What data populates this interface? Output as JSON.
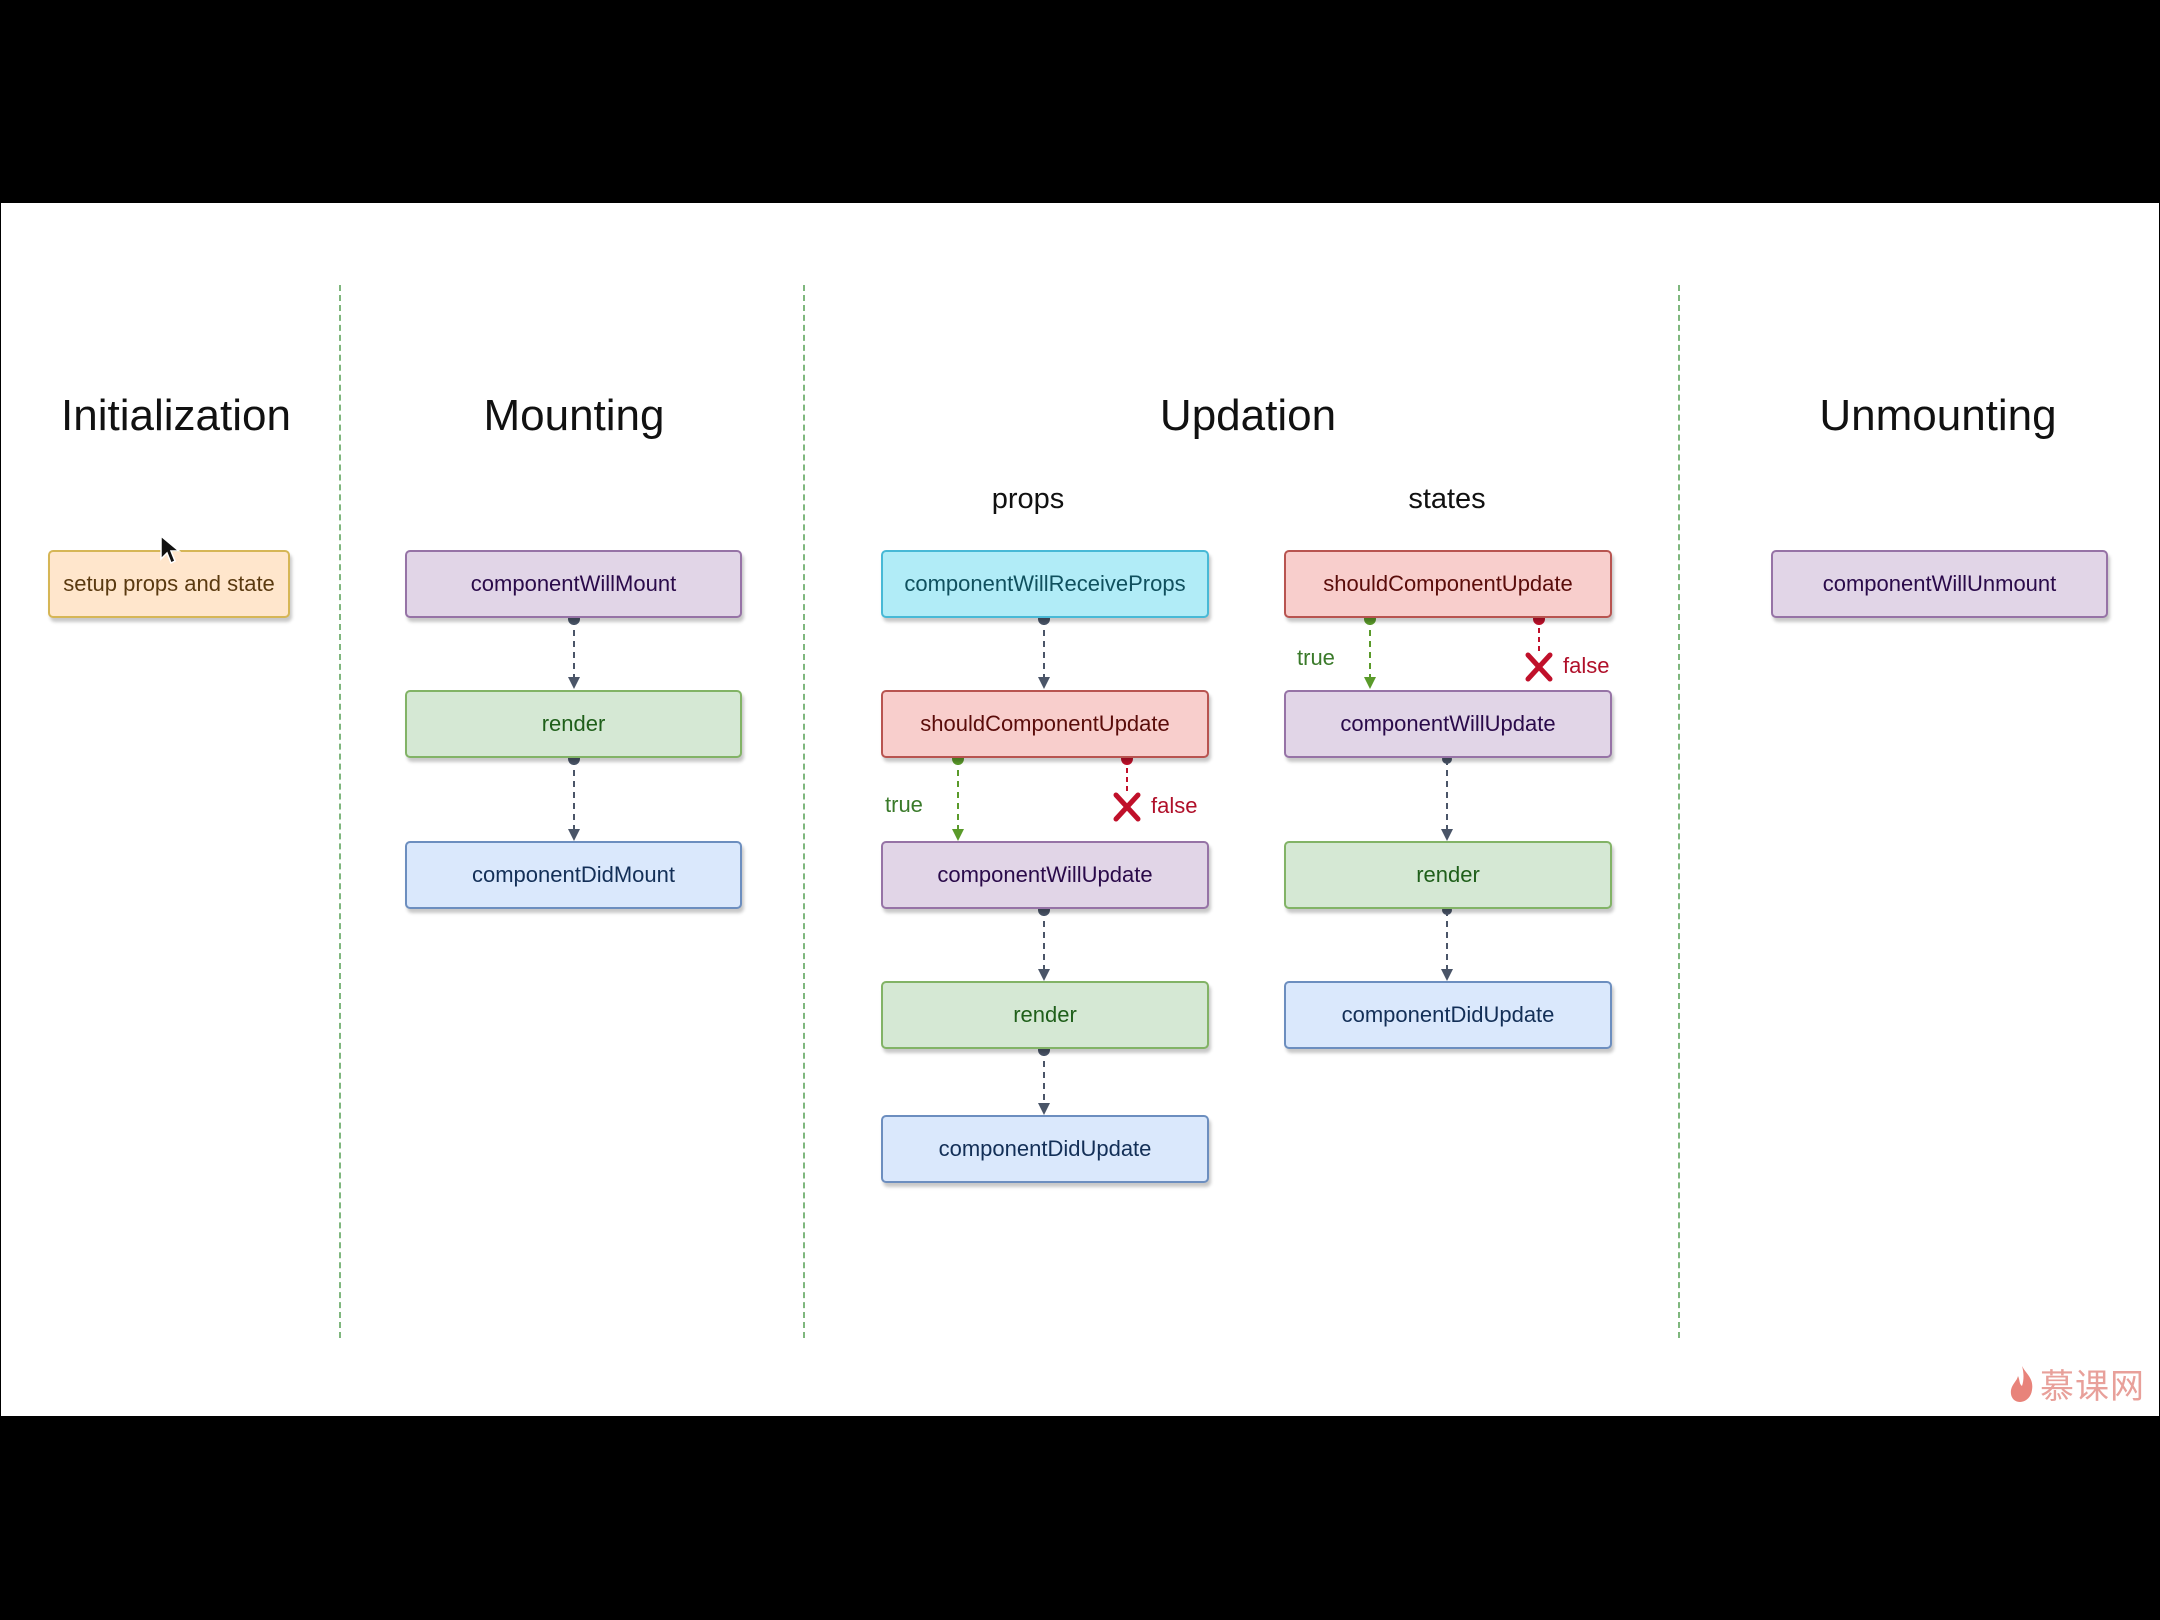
{
  "phases": {
    "initialization": "Initialization",
    "mounting": "Mounting",
    "updation": "Updation",
    "unmounting": "Unmounting"
  },
  "updation_columns": {
    "props": "props",
    "states": "states"
  },
  "initialization": {
    "setup": "setup props and state"
  },
  "mounting": {
    "will_mount": "componentWillMount",
    "render": "render",
    "did_mount": "componentDidMount"
  },
  "props_flow": {
    "will_receive_props": "componentWillReceiveProps",
    "should_update": "shouldComponentUpdate",
    "true_label": "true",
    "false_label": "false",
    "will_update": "componentWillUpdate",
    "render": "render",
    "did_update": "componentDidUpdate"
  },
  "states_flow": {
    "should_update": "shouldComponentUpdate",
    "true_label": "true",
    "false_label": "false",
    "will_update": "componentWillUpdate",
    "render": "render",
    "did_update": "componentDidUpdate"
  },
  "unmounting": {
    "will_unmount": "componentWillUnmount"
  },
  "watermark": {
    "text": "慕课网"
  },
  "colors": {
    "purple": "#e1d5e7",
    "green": "#d5e8d4",
    "blue": "#dae8fc",
    "cyan": "#b1ecf7",
    "red": "#f8cecc",
    "orange": "#ffe6cc",
    "true_arrow": "#5a9a2a",
    "false_arrow": "#c0102a",
    "flow_arrow": "#4a5568"
  },
  "icons": {
    "cursor": "mouse-pointer-icon",
    "logo": "flame-logo-icon",
    "blocked": "x-mark-icon"
  }
}
